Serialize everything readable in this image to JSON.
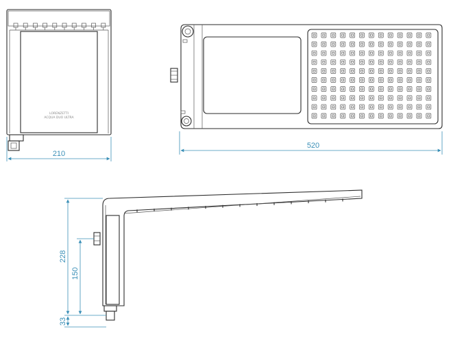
{
  "dimensions": {
    "width_front": "210",
    "length_top": "520",
    "height_total": "228",
    "height_mount": "150",
    "height_outlet": "33"
  },
  "front_view": {
    "brand_line1": "LORENZETTI",
    "brand_line2": "ACQUA DUO ULTRA"
  },
  "colors": {
    "line": "#2a2a2a",
    "dimension": "#3a8fb7"
  },
  "icons": [
    "arrow-icon"
  ]
}
